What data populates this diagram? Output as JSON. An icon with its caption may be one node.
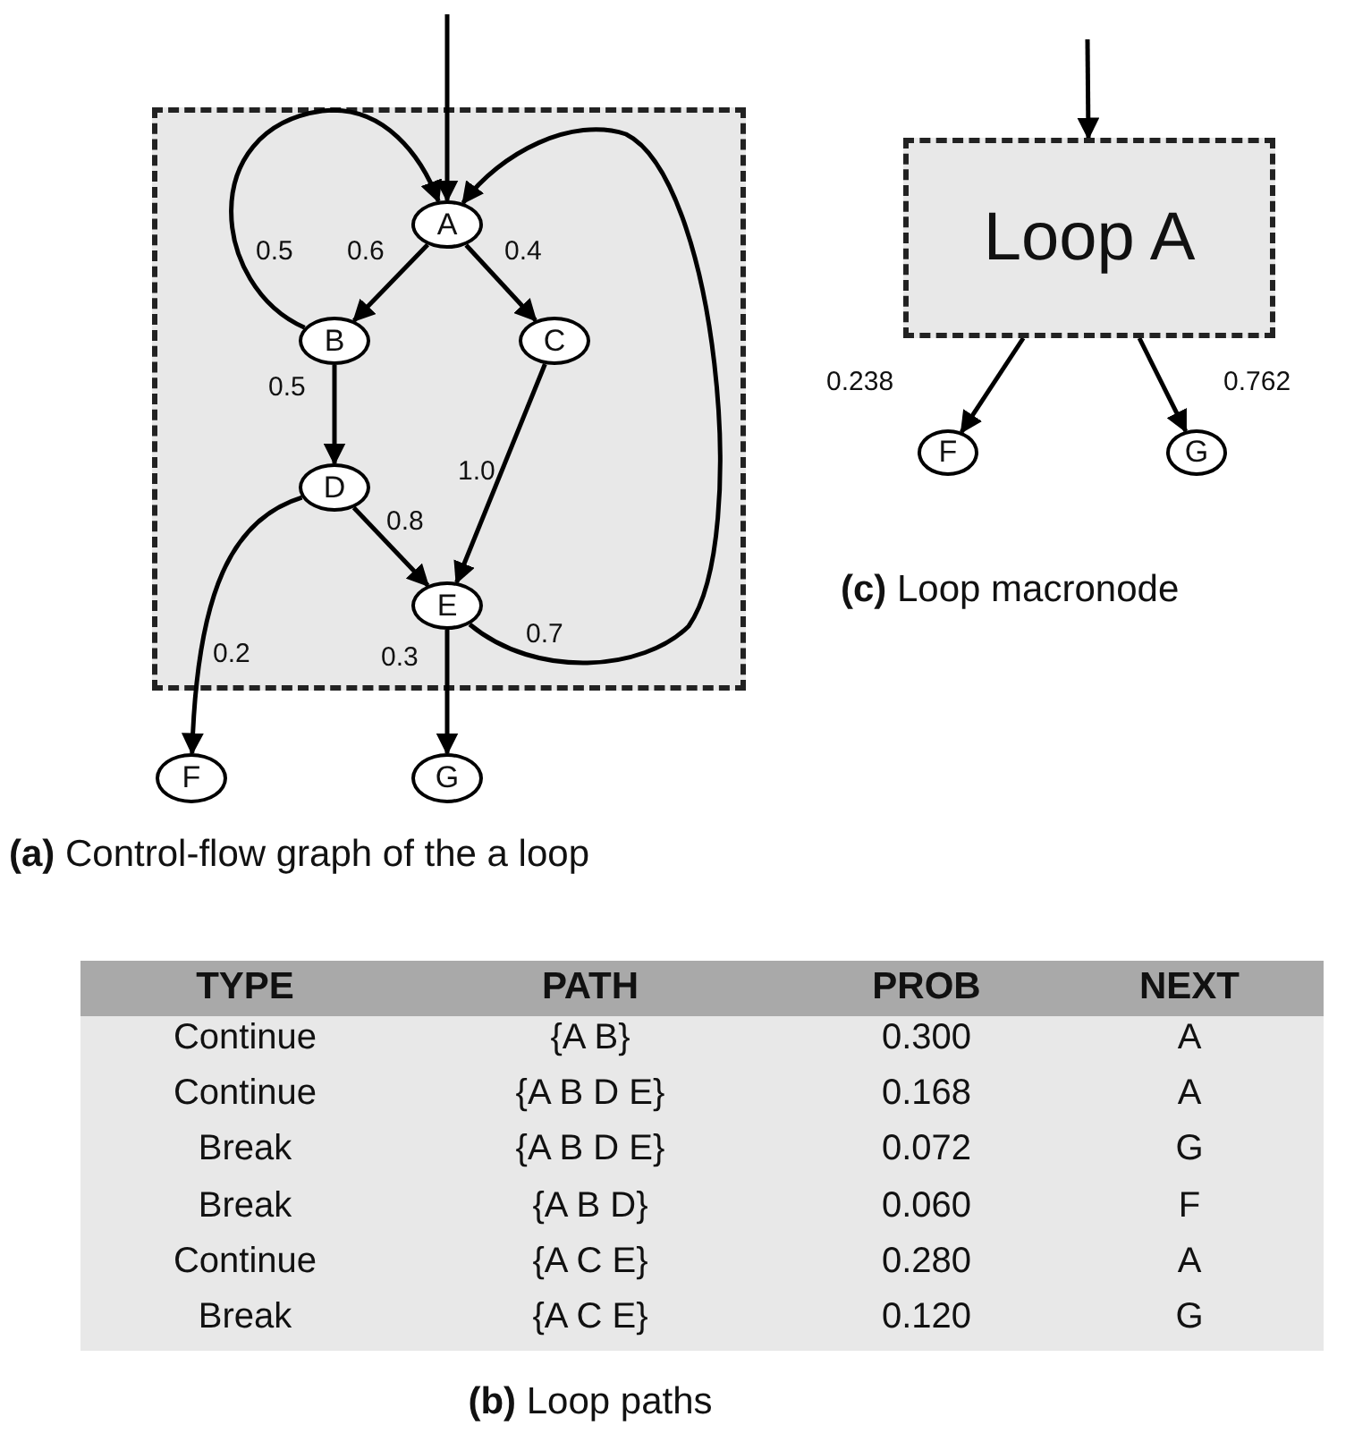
{
  "diagram": {
    "nodes": [
      {
        "text": [],
        "shape": "box"
      },
      {
        "text": [
          "A"
        ],
        "in": 0
      },
      {
        "text": [
          "B"
        ],
        "in": 0
      },
      {
        "text": [
          "C"
        ],
        "in": 0
      },
      {
        "text": [
          "D"
        ],
        "in": 0
      },
      {
        "text": [
          "E"
        ],
        "in": 0
      },
      {
        "text": [
          "F"
        ]
      },
      {
        "text": [
          "G"
        ]
      },
      {
        "text": [
          "Loop A"
        ]
      },
      {
        "text": [
          "F"
        ]
      },
      {
        "text": [
          "G"
        ]
      }
    ],
    "edges": [
      {
        "from": null,
        "to": 1,
        "arrow": "to"
      },
      {
        "from": 1,
        "to": 2,
        "arrow": "to",
        "label": "0.6"
      },
      {
        "from": 1,
        "to": 3,
        "arrow": "to",
        "label": "0.4"
      },
      {
        "from": 2,
        "to": 1,
        "arrow": "to",
        "label": "0.5"
      },
      {
        "from": 2,
        "to": 4,
        "arrow": "to",
        "label": "0.5"
      },
      {
        "from": 3,
        "to": 5,
        "arrow": "to",
        "label": "1.0"
      },
      {
        "from": 4,
        "to": 5,
        "arrow": "to",
        "label": "0.8"
      },
      {
        "from": 4,
        "to": 6,
        "arrow": "to",
        "label": "0.2"
      },
      {
        "from": 5,
        "to": 7,
        "arrow": "to",
        "label": "0.3"
      },
      {
        "from": 5,
        "to": 1,
        "arrow": "to",
        "label": "0.7"
      },
      {
        "from": null,
        "to": 8,
        "arrow": "to"
      },
      {
        "from": 8,
        "to": 9,
        "arrow": "to",
        "label": "0.238"
      },
      {
        "from": 8,
        "to": 10,
        "arrow": "to",
        "label": "0.762"
      }
    ],
    "labels": [
      "**(c)** Loop macronode",
      "**(a)** Control-flow graph of the a loop",
      "TYPE",
      "PATH",
      "PROB",
      "NEXT",
      "Continue",
      "{A B}",
      "0.300",
      "A",
      "Continue",
      "{A B D E}",
      "0.168",
      "A",
      "Break",
      "{A B D E}",
      "0.072",
      "G",
      "Break",
      "{A B D}",
      "0.060",
      "F",
      "Continue",
      "{A C E}",
      "0.280",
      "A",
      "Break",
      "{A C E}",
      "0.120",
      "G",
      "**(b)** Loop paths"
    ]
  }
}
